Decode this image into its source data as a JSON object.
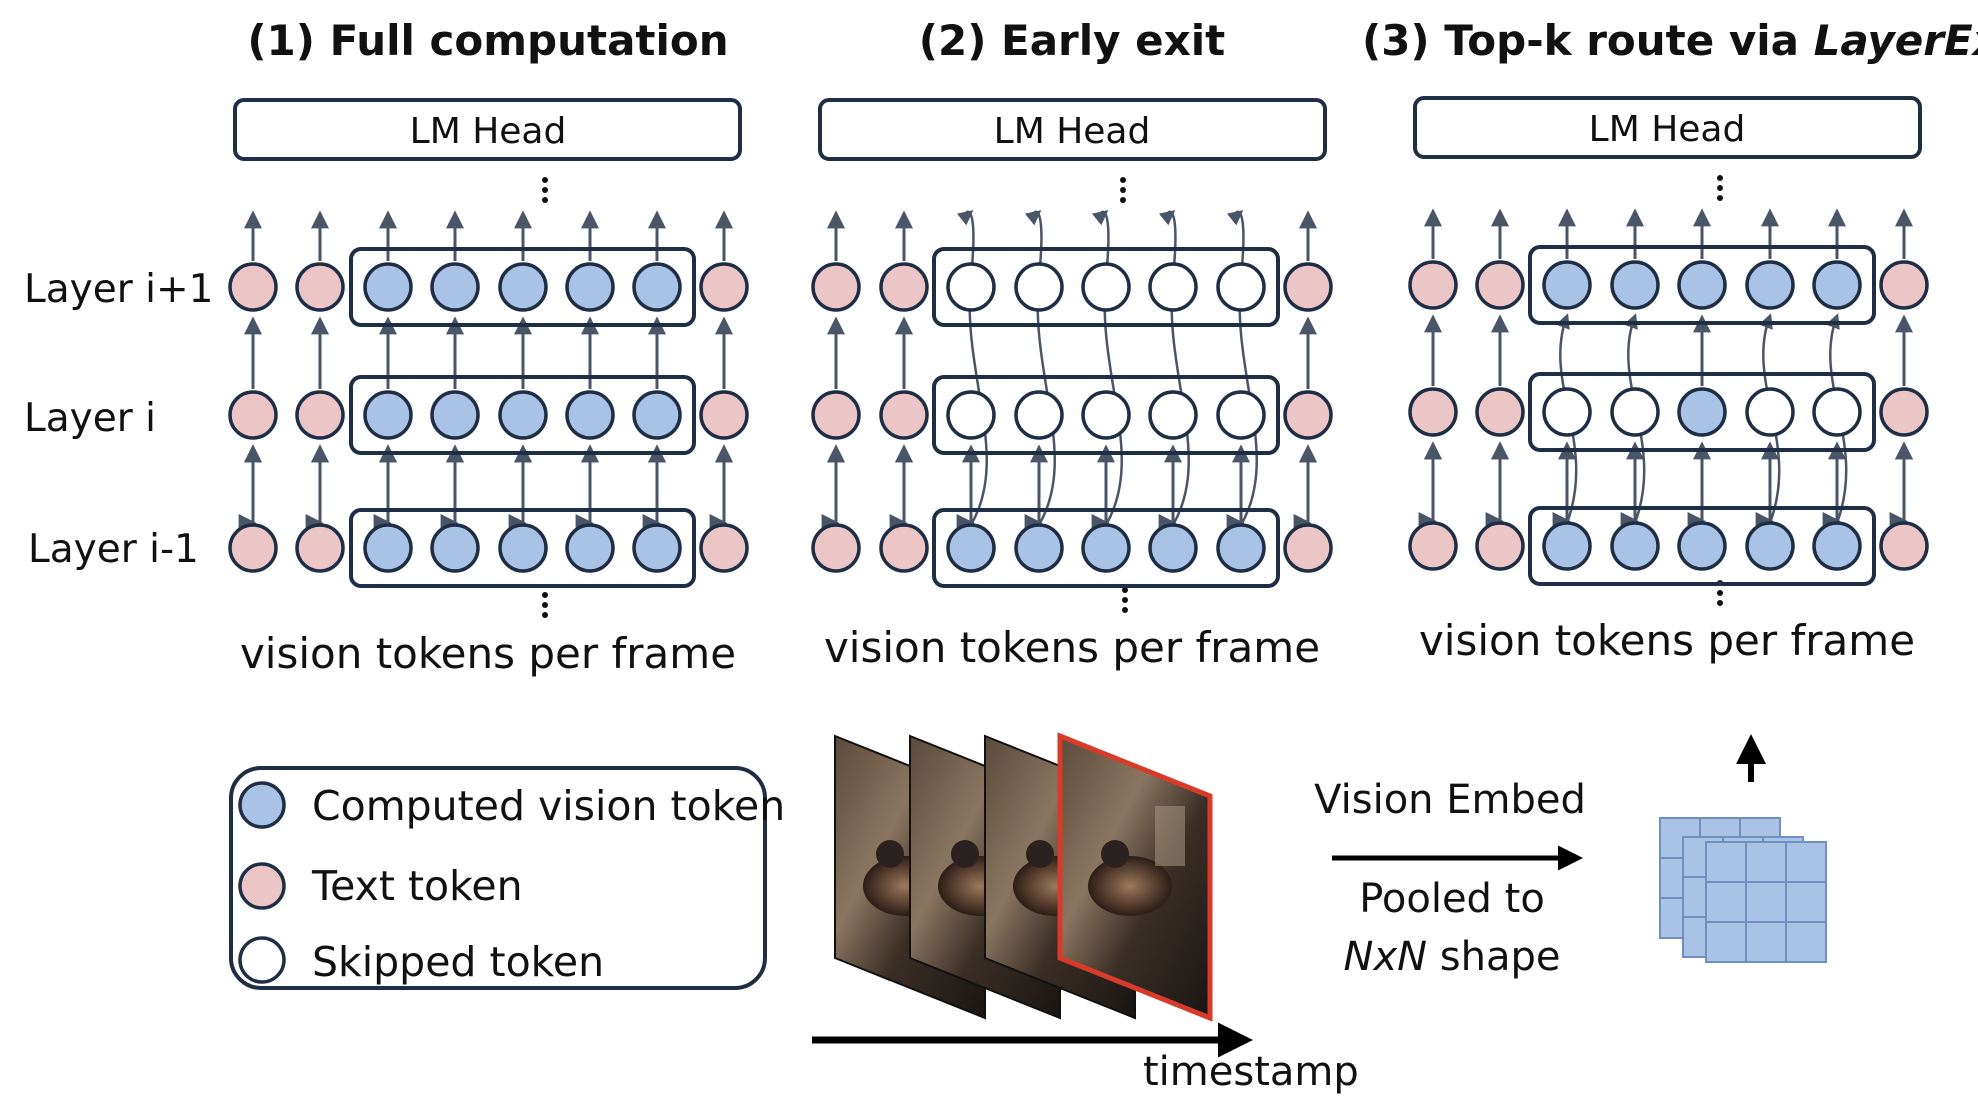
{
  "colors": {
    "computed": "#a8c3e6",
    "text_token": "#ecc6c6",
    "skipped": "#ffffff",
    "stroke": "#1f2d45",
    "arrow": "#4a5568",
    "frame_highlight": "#d93b2b",
    "grid_fill": "#a8c3e6",
    "grid_stroke": "#6f8fbf"
  },
  "panels": [
    {
      "title": "(1) Full computation",
      "head_label": "LM Head",
      "footer": "vision tokens per frame",
      "mode": "full"
    },
    {
      "title": "(2) Early exit",
      "head_label": "LM Head",
      "footer": "vision tokens per frame",
      "mode": "early"
    },
    {
      "title_prefix": "(3) Top-k route via ",
      "title_emph": "LayerExpert",
      "head_label": "LM Head",
      "footer": "vision tokens per frame",
      "mode": "topk"
    }
  ],
  "layer_labels": [
    "Layer i+1",
    "Layer i",
    "Layer i-1"
  ],
  "legend": {
    "computed": "Computed vision token",
    "text": "Text token",
    "skipped": "Skipped token"
  },
  "pipeline": {
    "top_label": "Vision Embed",
    "bottom_line1": "Pooled to",
    "bottom_line2_emph": "NxN",
    "bottom_line2_rest": " shape",
    "timestamp": "timestamp"
  },
  "icons": [
    "video-frames-icon",
    "token-grid-icon",
    "arrow-icon"
  ]
}
